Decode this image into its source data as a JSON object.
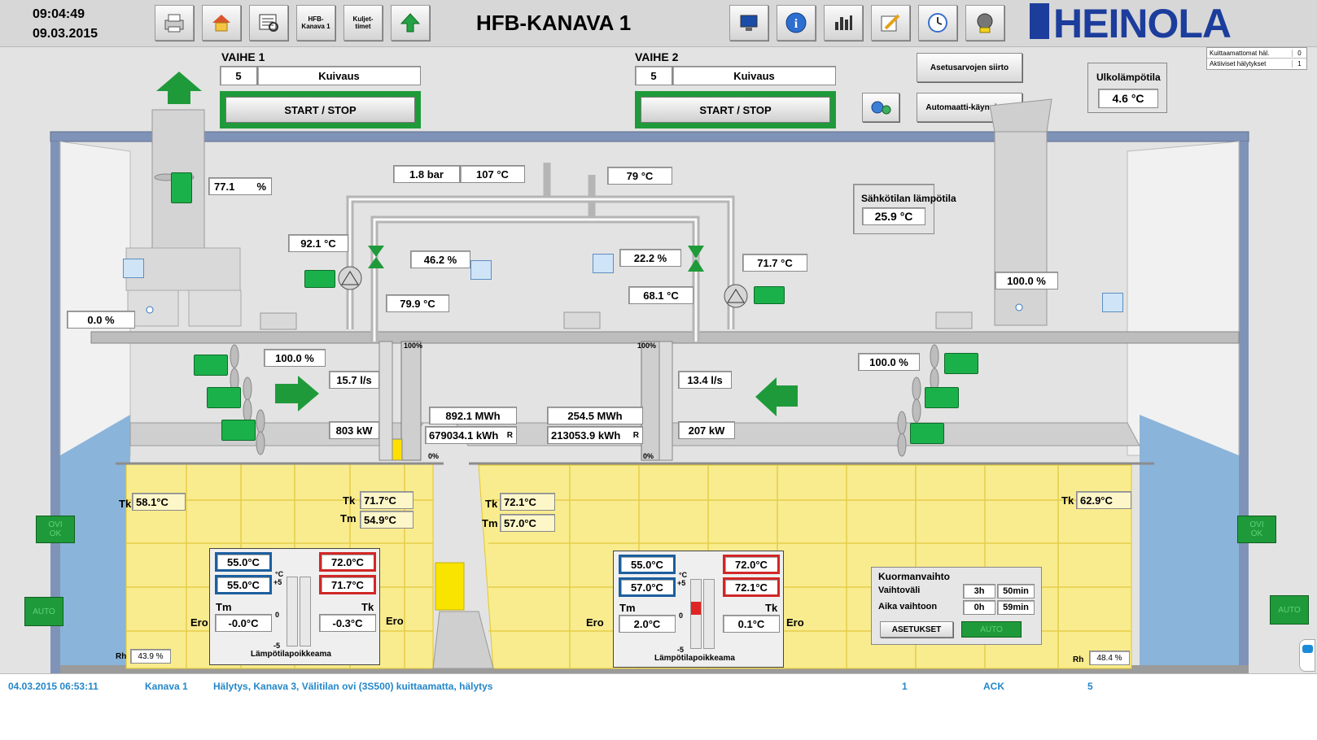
{
  "header": {
    "time": "09:04:49",
    "date": "09.03.2015",
    "title": "HFB-KANAVA 1",
    "logo_text": "HEINOLA",
    "toolbar_left": [
      {
        "icon": "printer-icon"
      },
      {
        "icon": "home-icon"
      },
      {
        "icon": "report-icon"
      },
      {
        "label": "HFB-\nKanava 1"
      },
      {
        "label": "Kuljet-\ntimet"
      },
      {
        "icon": "tree-icon"
      }
    ],
    "toolbar_right": [
      "monitor-icon",
      "info-icon",
      "trend-chart-icon",
      "edit-icon",
      "clock-icon",
      "alarm-bell-icon"
    ],
    "counters": [
      {
        "label": "Kuittaamattomat häl.",
        "value": "0"
      },
      {
        "label": "Aktiiviset hälytykset",
        "value": "1"
      }
    ]
  },
  "phase1": {
    "title": "VAIHE 1",
    "num": "5",
    "mode": "Kuivaus",
    "button": "START / STOP"
  },
  "phase2": {
    "title": "VAIHE 2",
    "num": "5",
    "mode": "Kuivaus",
    "button": "START / STOP"
  },
  "buttons": {
    "setpoint_transfer": "Asetusarvojen siirto",
    "auto_start": "Automaatti-käynnistys"
  },
  "outdoor": {
    "label": "Ulkolämpötila",
    "value": "4.6 °C"
  },
  "electrical_room": {
    "label": "Sähkötilan lämpötila",
    "value": "25.9 °C"
  },
  "readings": {
    "damper_left": "77.1",
    "damper_left_unit": "%",
    "pressure": "1.8 bar",
    "supply_temp": "107 °C",
    "return_temp_top": "79 °C",
    "temp_left_pump": "92.1 °C",
    "valve_left": "46.2 %",
    "temp_left_return": "79.9 °C",
    "valve_right": "22.2 %",
    "temp_right_return": "68.1 °C",
    "temp_right_pump": "71.7 °C",
    "damper_right": "100.0 %",
    "left_bottom_damper": "0.0 %",
    "fan_left_speed": "100.0 %",
    "fan_right_speed": "100.0 %",
    "flow_left": "15.7 l/s",
    "flow_right": "13.4 l/s",
    "power_left": "803 kW",
    "power_right": "207 kW",
    "energy_left_mwh": "892.1 MWh",
    "energy_left_kwh": "679034.1 kWh",
    "energy_right_mwh": "254.5 MWh",
    "energy_right_kwh": "213053.9 kWh",
    "reset_label": "R",
    "bar_top": "100%",
    "bar_bottom": "0%"
  },
  "zone1": {
    "tk_left": "58.1°C",
    "tk_right": "71.7°C",
    "tm_right": "54.9°C",
    "rh": "43.9 %",
    "tk_label": "Tk",
    "tm_label": "Tm",
    "rh_label": "Rh",
    "panel": {
      "blue1": "55.0°C",
      "blue2": "55.0°C",
      "red1": "72.0°C",
      "red2": "71.7°C",
      "tm_label": "Tm",
      "tk_label": "Tk",
      "ero_label": "Ero",
      "tm_ero": "-0.0°C",
      "tk_ero": "-0.3°C",
      "scale_unit": "°C",
      "scale_plus": "+5",
      "scale_zero": "0",
      "scale_minus": "-5",
      "caption": "Lämpötilapoikkeama"
    }
  },
  "zone2": {
    "tk_left": "72.1°C",
    "tm_left": "57.0°C",
    "tk_right": "62.9°C",
    "rh": "48.4 %",
    "tk_label": "Tk",
    "tm_label": "Tm",
    "rh_label": "Rh",
    "panel": {
      "blue1": "55.0°C",
      "blue2": "57.0°C",
      "red1": "72.0°C",
      "red2": "72.1°C",
      "tm_label": "Tm",
      "tk_label": "Tk",
      "ero_label": "Ero",
      "tm_ero": "2.0°C",
      "tk_ero": "0.1°C",
      "scale_unit": "°C",
      "scale_plus": "+5",
      "scale_zero": "0",
      "scale_minus": "-5",
      "caption": "Lämpötilapoikkeama"
    }
  },
  "load_change": {
    "title": "Kuormanvaihto",
    "interval_label": "Vaihtoväli",
    "interval_h": "3h",
    "interval_min": "50min",
    "time_to_label": "Aika vaihtoon",
    "time_to_h": "0h",
    "time_to_min": "59min",
    "settings_button": "ASETUKSET",
    "auto_button": "AUTO"
  },
  "side_buttons": {
    "door_left": "OVI\nOK",
    "door_right": "OVI\nOK",
    "auto_left": "AUTO",
    "auto_right": "AUTO"
  },
  "alarm": {
    "time": "04.03.2015 06:53:11",
    "source": "Kanava 1",
    "text": "Hälytys, Kanava 3, Välitilan ovi (3S500) kuittaamatta, hälytys",
    "count": "1",
    "state": "ACK",
    "priority": "5"
  },
  "colors": {
    "accent_green": "#1f9a3a",
    "blue": "#1c5f9e",
    "red": "#d12727",
    "yellow": "#f9ec8e",
    "alarm_text": "#2487c9"
  }
}
